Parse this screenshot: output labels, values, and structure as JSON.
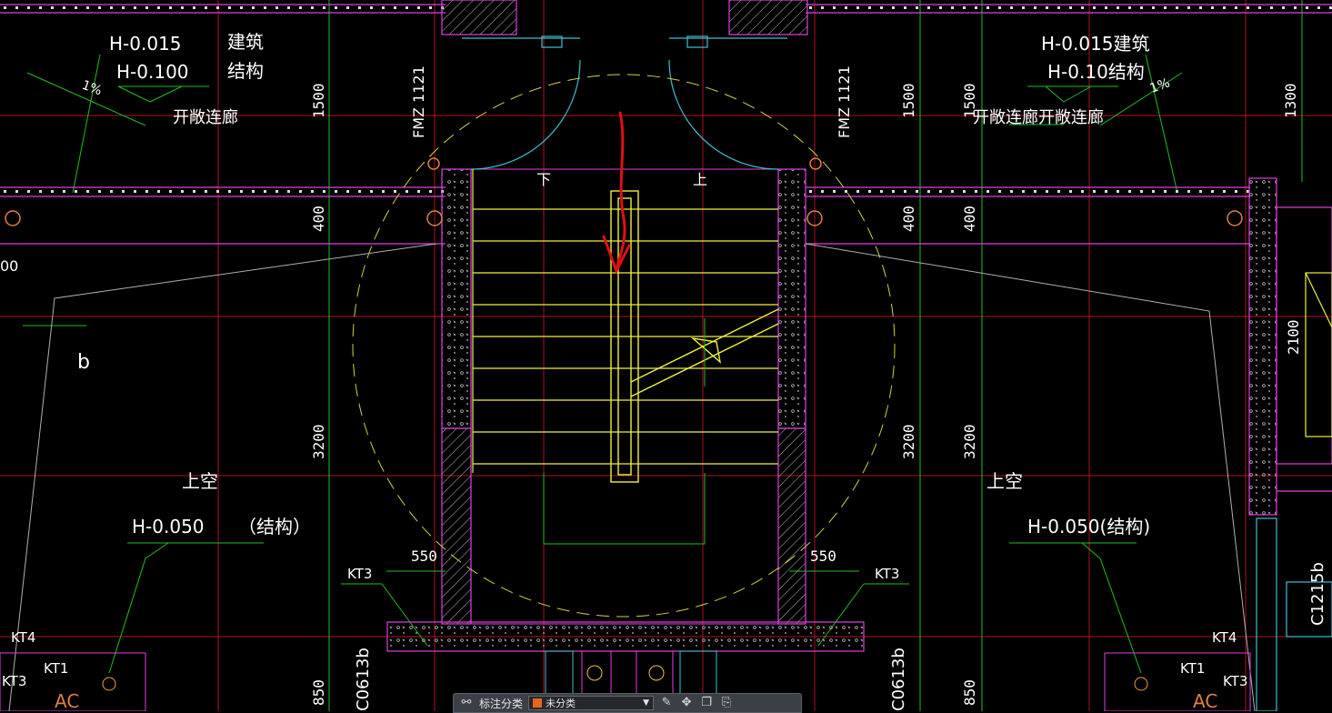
{
  "labels": {
    "elev_left_1": "H-0.015",
    "elev_left_2": "H-0.100",
    "arch_left": "建筑",
    "struct_left": "结构",
    "slope_left": "1%",
    "corridor_left": "开敞连廊",
    "elev_right_1": "H-0.015建筑",
    "elev_right_2": "H-0.10结构",
    "slope_right": "1%",
    "corridor_right": "开敞连廊开敞连廊",
    "door_left": "FMZ 1121",
    "door_right": "FMZ 1121",
    "stair_down": "下",
    "stair_up": "上",
    "void_left": "上空",
    "void_right": "上空",
    "elev_left_3": "H-0.050",
    "struct_left_3": "（结构）",
    "elev_right_3": "H-0.050(结构)",
    "grid_b": "b",
    "partial_00": "00",
    "kt3_left": "KT3",
    "kt3_right": "KT3",
    "kt4_left": "KT4",
    "kt4_right": "KT4",
    "kt1_left": "KT1",
    "kt1_right": "KT1",
    "kt3_bl": "KT3",
    "kt3_br": "KT3",
    "ac_left": "AC",
    "ac_right": "AC",
    "c0613b_left": "C0613b",
    "c0613b_right": "C0613b",
    "c1215b": "C1215b"
  },
  "dimensions": {
    "d1500_a": "1500",
    "d1500_b": "1500",
    "d1500_c": "1500",
    "d1300": "1300",
    "d400_a": "400",
    "d400_b": "400",
    "d400_c": "400",
    "d3200_a": "3200",
    "d3200_b": "3200",
    "d3200_c": "3200",
    "d550_left": "550",
    "d550_right": "550",
    "d2100": "2100",
    "d850_a": "850",
    "d850_b": "850"
  },
  "toolbar": {
    "label": "标注分类",
    "selected": "未分类",
    "swatch_color": "#e8661c"
  },
  "colors": {
    "wall": "#e040e0",
    "grid": "#c0152a",
    "dim": "#20d020",
    "stair": "#f0f040",
    "arc_yellow": "#d8d040",
    "door": "#40c0d0",
    "annotation_red": "#e01010"
  }
}
